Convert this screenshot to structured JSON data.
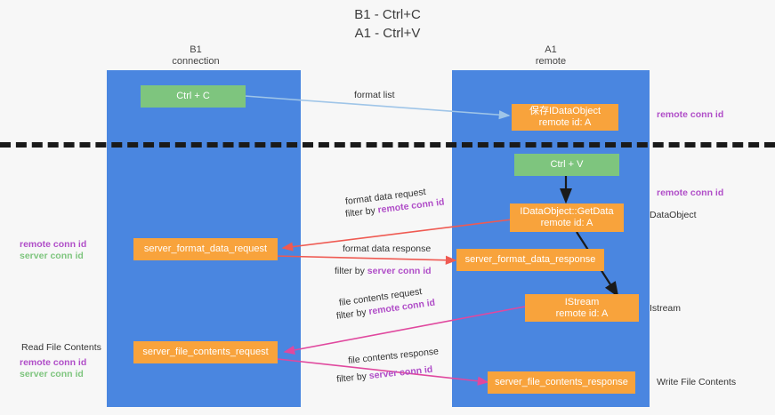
{
  "title": {
    "line1": "B1 - Ctrl+C",
    "line2": "A1 - Ctrl+V"
  },
  "lanes": [
    {
      "id": "b1",
      "name": "B1",
      "sub": "connection",
      "color": "#4a86e0"
    },
    {
      "id": "a1",
      "name": "A1",
      "sub": "remote",
      "color": "#4a86e0"
    }
  ],
  "nodes": {
    "ctrl_c": {
      "label": "Ctrl + C",
      "color": "#7ec57e"
    },
    "ctrl_v": {
      "label": "Ctrl + V",
      "color": "#7ec57e"
    },
    "save_dataobject": {
      "line1": "保存IDataObject",
      "line2": "remote id: A",
      "color": "#f8a33c"
    },
    "getdata": {
      "line1": "IDataObject::GetData",
      "line2": "remote id: A",
      "color": "#f8a33c"
    },
    "istream": {
      "line1": "IStream",
      "line2": "remote id: A",
      "color": "#f8a33c"
    },
    "server_format_data_request": {
      "label": "server_format_data_request",
      "color": "#f8a33c"
    },
    "server_format_data_response": {
      "label": "server_format_data_response",
      "color": "#f8a33c"
    },
    "server_file_contents_request": {
      "label": "server_file_contents_request",
      "color": "#f8a33c"
    },
    "server_file_contents_response": {
      "label": "server_file_contents_response",
      "color": "#f8a33c"
    }
  },
  "edge_labels": {
    "format_list": "format list",
    "format_data_request": "format data request",
    "format_data_request_filter_pre": "filter by ",
    "format_data_request_filter_key": "remote conn id",
    "format_data_response": "format data response",
    "format_data_response_filter_pre": "filter by ",
    "format_data_response_filter_key": "server conn id",
    "file_contents_request": "file contents request",
    "file_contents_request_filter_pre": "filter by ",
    "file_contents_request_filter_key": "remote conn id",
    "file_contents_response": "file contents response",
    "file_contents_response_filter_pre": "filter by ",
    "file_contents_response_filter_key": "server conn id"
  },
  "annotations": {
    "right_remote_conn_id_top": "remote conn id",
    "right_remote_conn_id_mid": "remote conn id",
    "right_dataobject": "DataObject",
    "right_istream": "Istream",
    "right_write_file_contents": "Write File Contents",
    "left_remote_conn_id": "remote conn id",
    "left_server_conn_id": "server conn id",
    "left_read_file_contents": "Read File Contents",
    "left_remote_conn_id_2": "remote conn id",
    "left_server_conn_id_2": "server conn id"
  },
  "colors": {
    "lane": "#4a86e0",
    "orange": "#f8a33c",
    "green": "#7ec57e",
    "magenta": "#b04ec8",
    "pink": "#e0489e",
    "red": "#ef5a52",
    "lightblue": "#9fc5e8",
    "black": "#1a1a1a"
  }
}
